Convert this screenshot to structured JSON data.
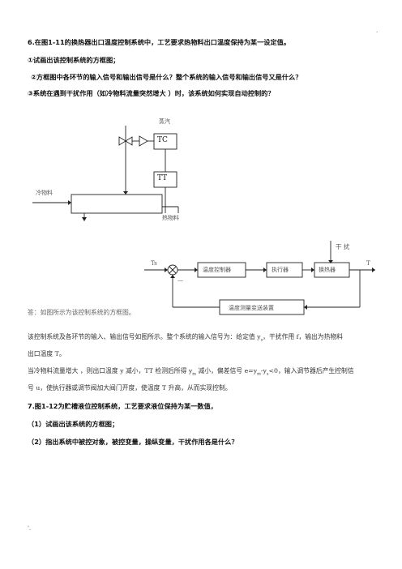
{
  "marks": {
    "top_right": ".",
    "bottom_left": "'."
  },
  "q6": {
    "title": "6.在图1-11的换热器出口温度控制系统中，工艺要求热物料出口温度保持为某一设定值。",
    "item1": "①试画出该控制系统的方框图；",
    "item2": "②方框图中各环节的输入信号和输出信号是什么？整个系统的输入信号和输出信号又是什么？",
    "item3": "③系统在遇到干扰作用（如冷物料流量突然增大  ）时，该系统如何实现自动控制的？"
  },
  "diagram1": {
    "steam": "蒸汽",
    "tc": "TC",
    "tt": "TT",
    "cold": "冷物料",
    "hot": "热物料"
  },
  "diagram2": {
    "disturbance": "干  扰",
    "ts": "Ts",
    "t": "T",
    "minus": "—",
    "controller": "温度控制器",
    "actuator": "执行器",
    "exchanger": "换热器",
    "transmitter": "温度测量变送装置"
  },
  "answer": {
    "note": "答：如图所示为该控制系统的方框图。",
    "p1a": "该控制系统及各环节的输入、输出信号如图所示。整个系统的输入信号为：给定值 y",
    "p1sub": "s",
    "p1b": "，干扰作用 f，输出为热物料",
    "p1c": "出口温度 T。",
    "p2a": "当冷物料流量增大 ，则出口温度 y 减小，TT 检测后所得 y",
    "p2sub1": "m",
    "p2b": " 减小，偏差信号 e=y",
    "p2sub2": "m",
    "p2c": "-y",
    "p2sub3": "s",
    "p2d": "<0，输入调节器后产生控制信",
    "p2e": "号 u，使执行器或调节阀加大阀门开度，使温度 T 升高，从而实现控制。"
  },
  "q7": {
    "title": "7.图1-12为贮槽液位控制系统，工艺要求液位保持为某一数值，",
    "item1": "（1）试画出该系统的方框图；",
    "item2": "（2）指出系统中被控对象，被控变量，操纵变量，干扰作用各是什么？"
  }
}
